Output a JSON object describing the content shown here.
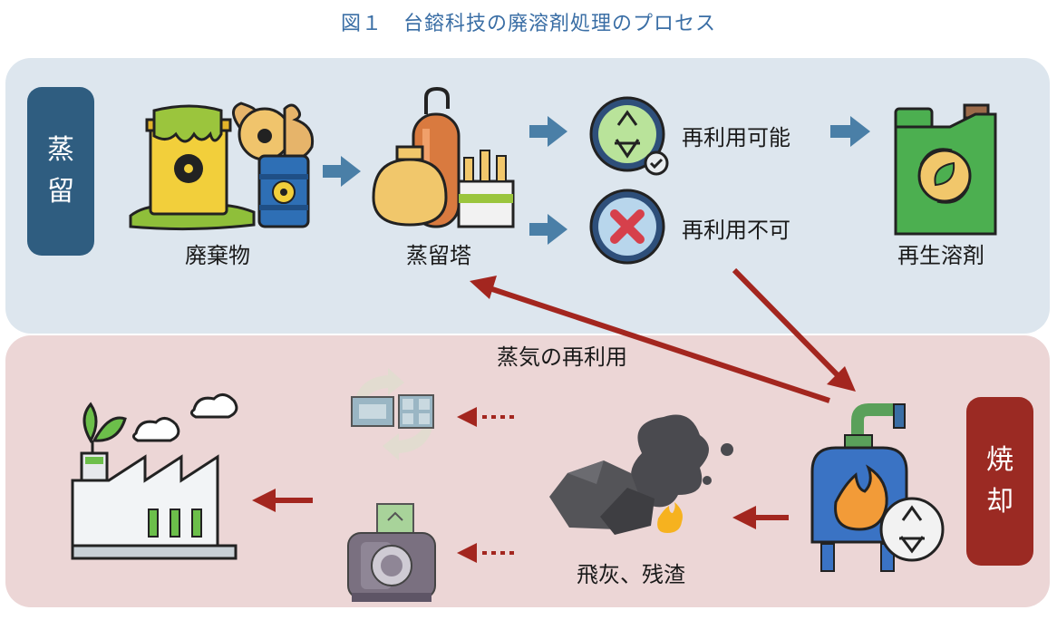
{
  "title": "図１　台鎔科技の廃溶剤処理のプロセス",
  "panels": {
    "distillation": {
      "label_chars": [
        "蒸",
        "留"
      ]
    },
    "incineration": {
      "label_chars": [
        "焼",
        "却"
      ]
    }
  },
  "nodes": {
    "waste": "廃棄物",
    "tower": "蒸留塔",
    "reusable": "再利用可能",
    "non_reusable": "再利用不可",
    "regen_solvent": "再生溶剤",
    "steam_reuse": "蒸気の再利用",
    "fly_ash": "飛灰、残渣"
  },
  "colors": {
    "title": "#3a6ea5",
    "top_panel": "#dde6ee",
    "bottom_panel": "#ecd6d6",
    "blue_badge": "#2f5d80",
    "red_badge": "#9b2a23",
    "blue_arrow": "#4a7fa7",
    "red_arrow": "#a3261f"
  },
  "icons": [
    "toxic-waste-barrels-icon",
    "distillation-tower-icon",
    "recycle-check-icon",
    "reject-cross-icon",
    "green-jerrycan-icon",
    "incinerator-icon",
    "ash-smoke-icon",
    "recycled-materials-icon",
    "recycled-machinery-icon",
    "eco-factory-icon"
  ]
}
